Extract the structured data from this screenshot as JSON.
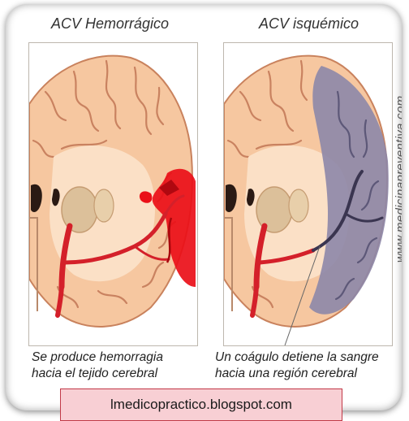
{
  "titles": {
    "hemorrhagic": "ACV Hemorrágico",
    "ischemic": "ACV isquémico"
  },
  "captions": {
    "hemorrhagic": [
      "Se produce hemorragia",
      "hacia el tejido cerebral"
    ],
    "ischemic": [
      "Un coágulo detiene la sangre",
      "hacia una región cerebral"
    ]
  },
  "watermark": "www.medicinapreventiva.com",
  "source_label": "lmedicopractico.blogspot.com",
  "colors": {
    "brain_tissue": "#f6c7a0",
    "brain_folds": "#e9a77c",
    "vessel": "#d4202a",
    "hemorrhage": "#ea0f18",
    "ischemia": "#8d87a8",
    "source_bar_fill": "#f8cfd4",
    "source_bar_border": "#c23a48"
  }
}
